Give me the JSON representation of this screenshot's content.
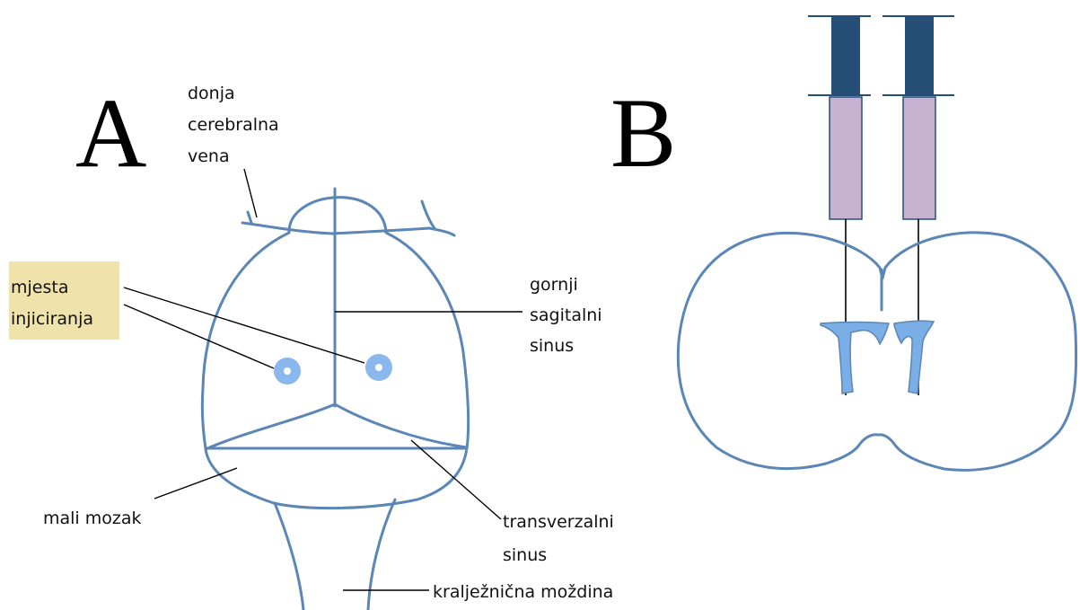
{
  "panel_a": {
    "letter": "A",
    "labels": {
      "inferior_cerebral_vein": [
        "donja",
        "cerebralna",
        "vena"
      ],
      "injection_sites": [
        "mjesta",
        "injiciranja"
      ],
      "superior_sagittal_sinus": [
        "gornji",
        "sagitalni",
        "sinus"
      ],
      "cerebellum": "mali mozak",
      "transverse_sinus": [
        "transverzalni",
        "sinus"
      ],
      "spinal_cord": "kralježnična moždina"
    }
  },
  "panel_b": {
    "letter": "B"
  },
  "colors": {
    "outline": "#5b86b5",
    "injection_site": "#8ab8ee",
    "ventricle": "#7aaee6",
    "syringe_dark": "#264f78",
    "syringe_light": "#c6b1d1",
    "label_highlight": "#efe2aa"
  }
}
